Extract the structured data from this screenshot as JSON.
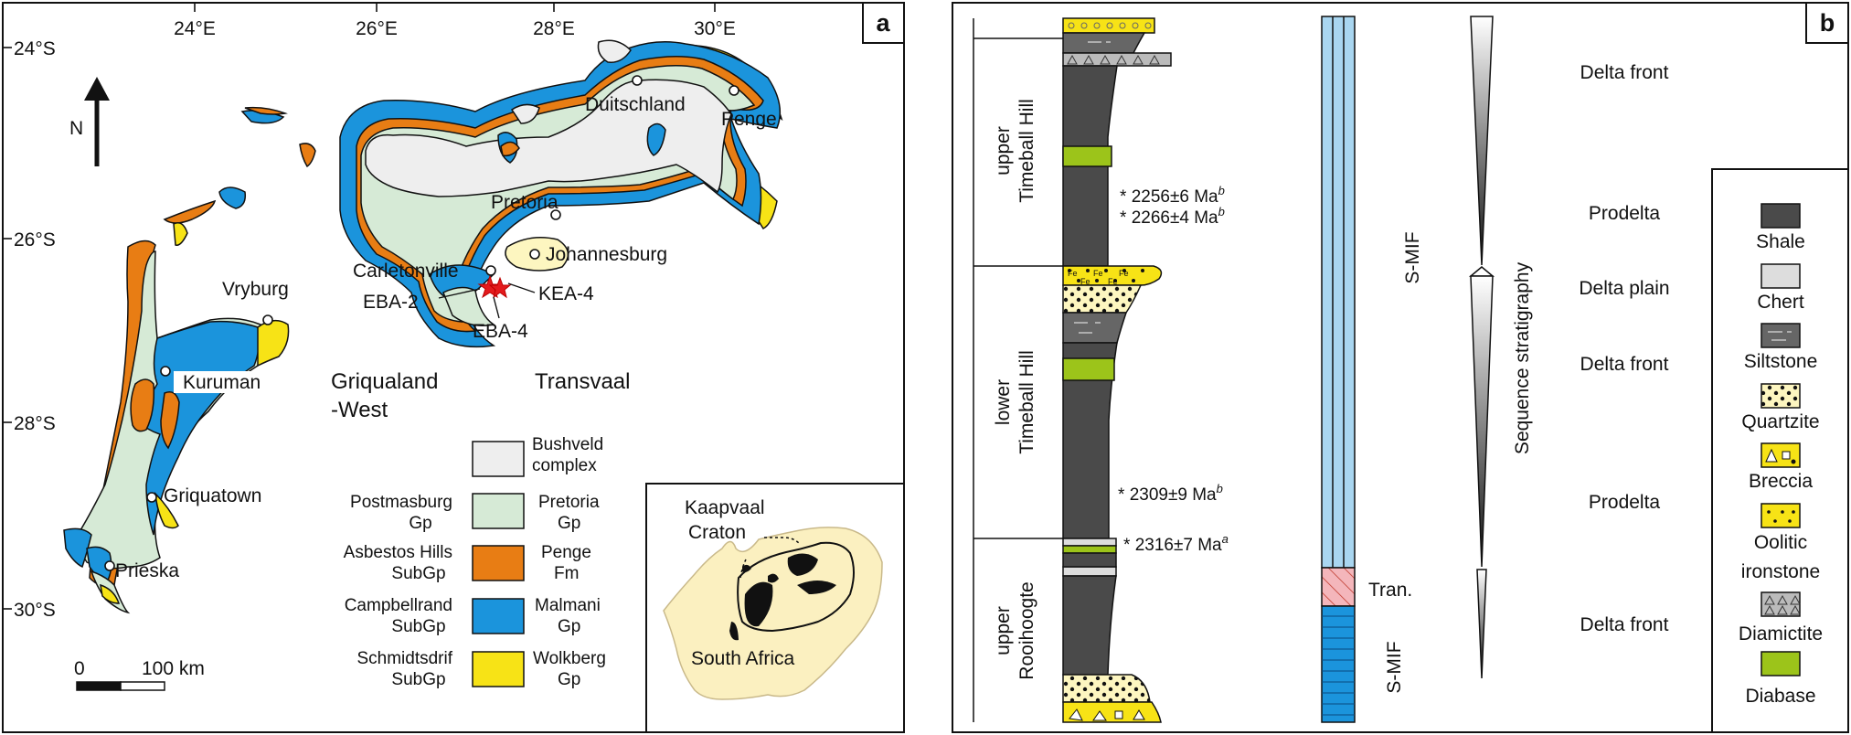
{
  "panel_a": {
    "label": "a",
    "lon_ticks": [
      "24°E",
      "26°E",
      "28°E",
      "30°E"
    ],
    "lat_ticks": [
      "24°S",
      "26°S",
      "28°S",
      "30°S"
    ],
    "north": "N",
    "places": {
      "duitschland": "Duitschland",
      "penge": "Penge",
      "pretoria": "Pretoria",
      "johannesburg": "Johannesburg",
      "carletonville": "Carletonville",
      "vryburg": "Vryburg",
      "kuruman": "Kuruman",
      "griquatown": "Griquatown",
      "prieska": "Prieska",
      "eba2": "EBA-2",
      "kea4": "KEA-4",
      "eba4": "EBA-4"
    },
    "regions": {
      "griqualand_1": "Griqualand",
      "griqualand_2": "-West",
      "transvaal": "Transvaal"
    },
    "legend": {
      "rows": [
        {
          "left": [
            "",
            ""
          ],
          "right": [
            "Bushveld",
            "complex"
          ],
          "color": "#eeeeee"
        },
        {
          "left": [
            "Postmasburg",
            "Gp"
          ],
          "right": [
            "Pretoria",
            "Gp"
          ],
          "color": "#d6ead6"
        },
        {
          "left": [
            "Asbestos Hills",
            "SubGp"
          ],
          "right": [
            "Penge",
            "Fm"
          ],
          "color": "#e87d14"
        },
        {
          "left": [
            "Campbellrand",
            "SubGp"
          ],
          "right": [
            "Malmani",
            "Gp"
          ],
          "color": "#1b94dc"
        },
        {
          "left": [
            "Schmidtsdrif",
            "SubGp"
          ],
          "right": [
            "Wolkberg",
            "Gp"
          ],
          "color": "#f7e316"
        }
      ]
    },
    "scale": {
      "zero": "0",
      "max": "100 km"
    },
    "inset": {
      "craton_1": "Kaapvaal",
      "craton_2": "Craton",
      "country": "South Africa"
    }
  },
  "panel_b": {
    "label": "b",
    "units": [
      {
        "line1": "upper",
        "line2": "Timeball Hill"
      },
      {
        "line1": "lower",
        "line2": "Timeball Hill"
      },
      {
        "line1": "upper",
        "line2": "Rooihoogte"
      }
    ],
    "ages": [
      {
        "text": "2256±6 Ma",
        "sup": "b"
      },
      {
        "text": "2266±4 Ma",
        "sup": "b"
      },
      {
        "text": "2309±9 Ma",
        "sup": "b"
      },
      {
        "text": "2316±7 Ma",
        "sup": "a"
      }
    ],
    "mif": {
      "upper": "S-MIF",
      "tran": "Tran.",
      "lower": "S-MIF"
    },
    "sequence_title": "Sequence stratigraphy",
    "environments": [
      "Delta front",
      "Prodelta",
      "Delta plain",
      "Delta front",
      "Prodelta",
      "Delta front"
    ],
    "lithology_legend": [
      "Shale",
      "Chert",
      "Siltstone",
      "Quartzite",
      "Breccia",
      "Oolitic",
      "ironstone",
      "Diamictite",
      "Diabase"
    ],
    "fe_symbol": "Fe",
    "colors": {
      "shale": "#4a4a4a",
      "chert": "#dddddd",
      "quartzite": "#fdf6c0",
      "yellow": "#f7e316",
      "diabase": "#9cc41a",
      "mif_blue": "#a9d6f0",
      "mif_dark": "#1b94dc",
      "tran": "#f4b6bb"
    }
  }
}
